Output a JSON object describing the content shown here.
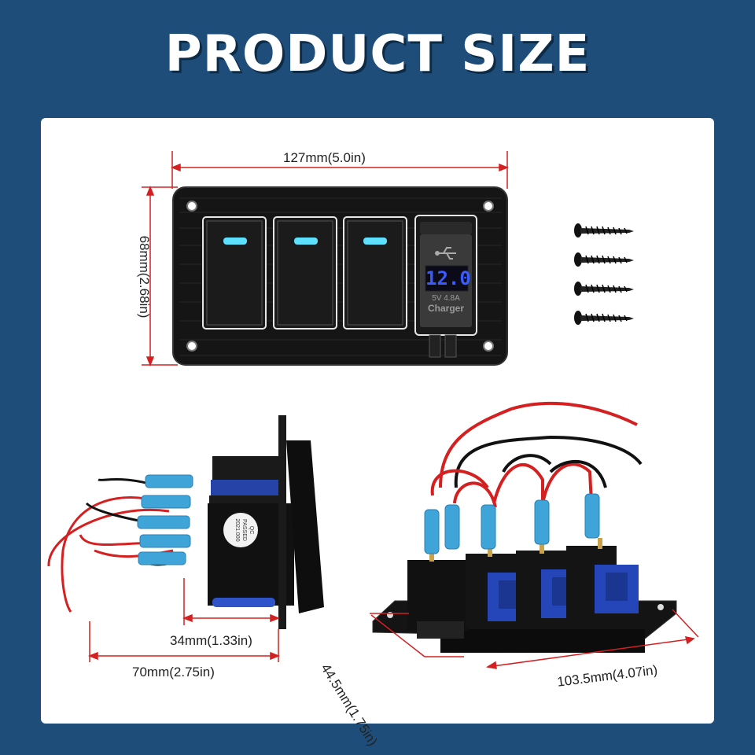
{
  "title": "PRODUCT SIZE",
  "dimensions": {
    "panel_width": "127mm(5.0in)",
    "panel_height": "68mm(2.68in)",
    "side_depth_short": "34mm(1.33in)",
    "side_depth_total": "70mm(2.75in)",
    "base_depth": "44.5mm(1.75in)",
    "base_width": "103.5mm(4.07in)"
  },
  "usb_module": {
    "voltage_display": "12.0",
    "rating": "5V 4.8A",
    "label": "Charger"
  },
  "side_sticker": {
    "line1": "QC",
    "line2": "PASSED",
    "line3": "2021.000"
  },
  "colors": {
    "background": "#1f4d7a",
    "wire_red": "#d42020",
    "connector_blue": "#3fa4d8",
    "switch_led": "#5ee0ff"
  }
}
